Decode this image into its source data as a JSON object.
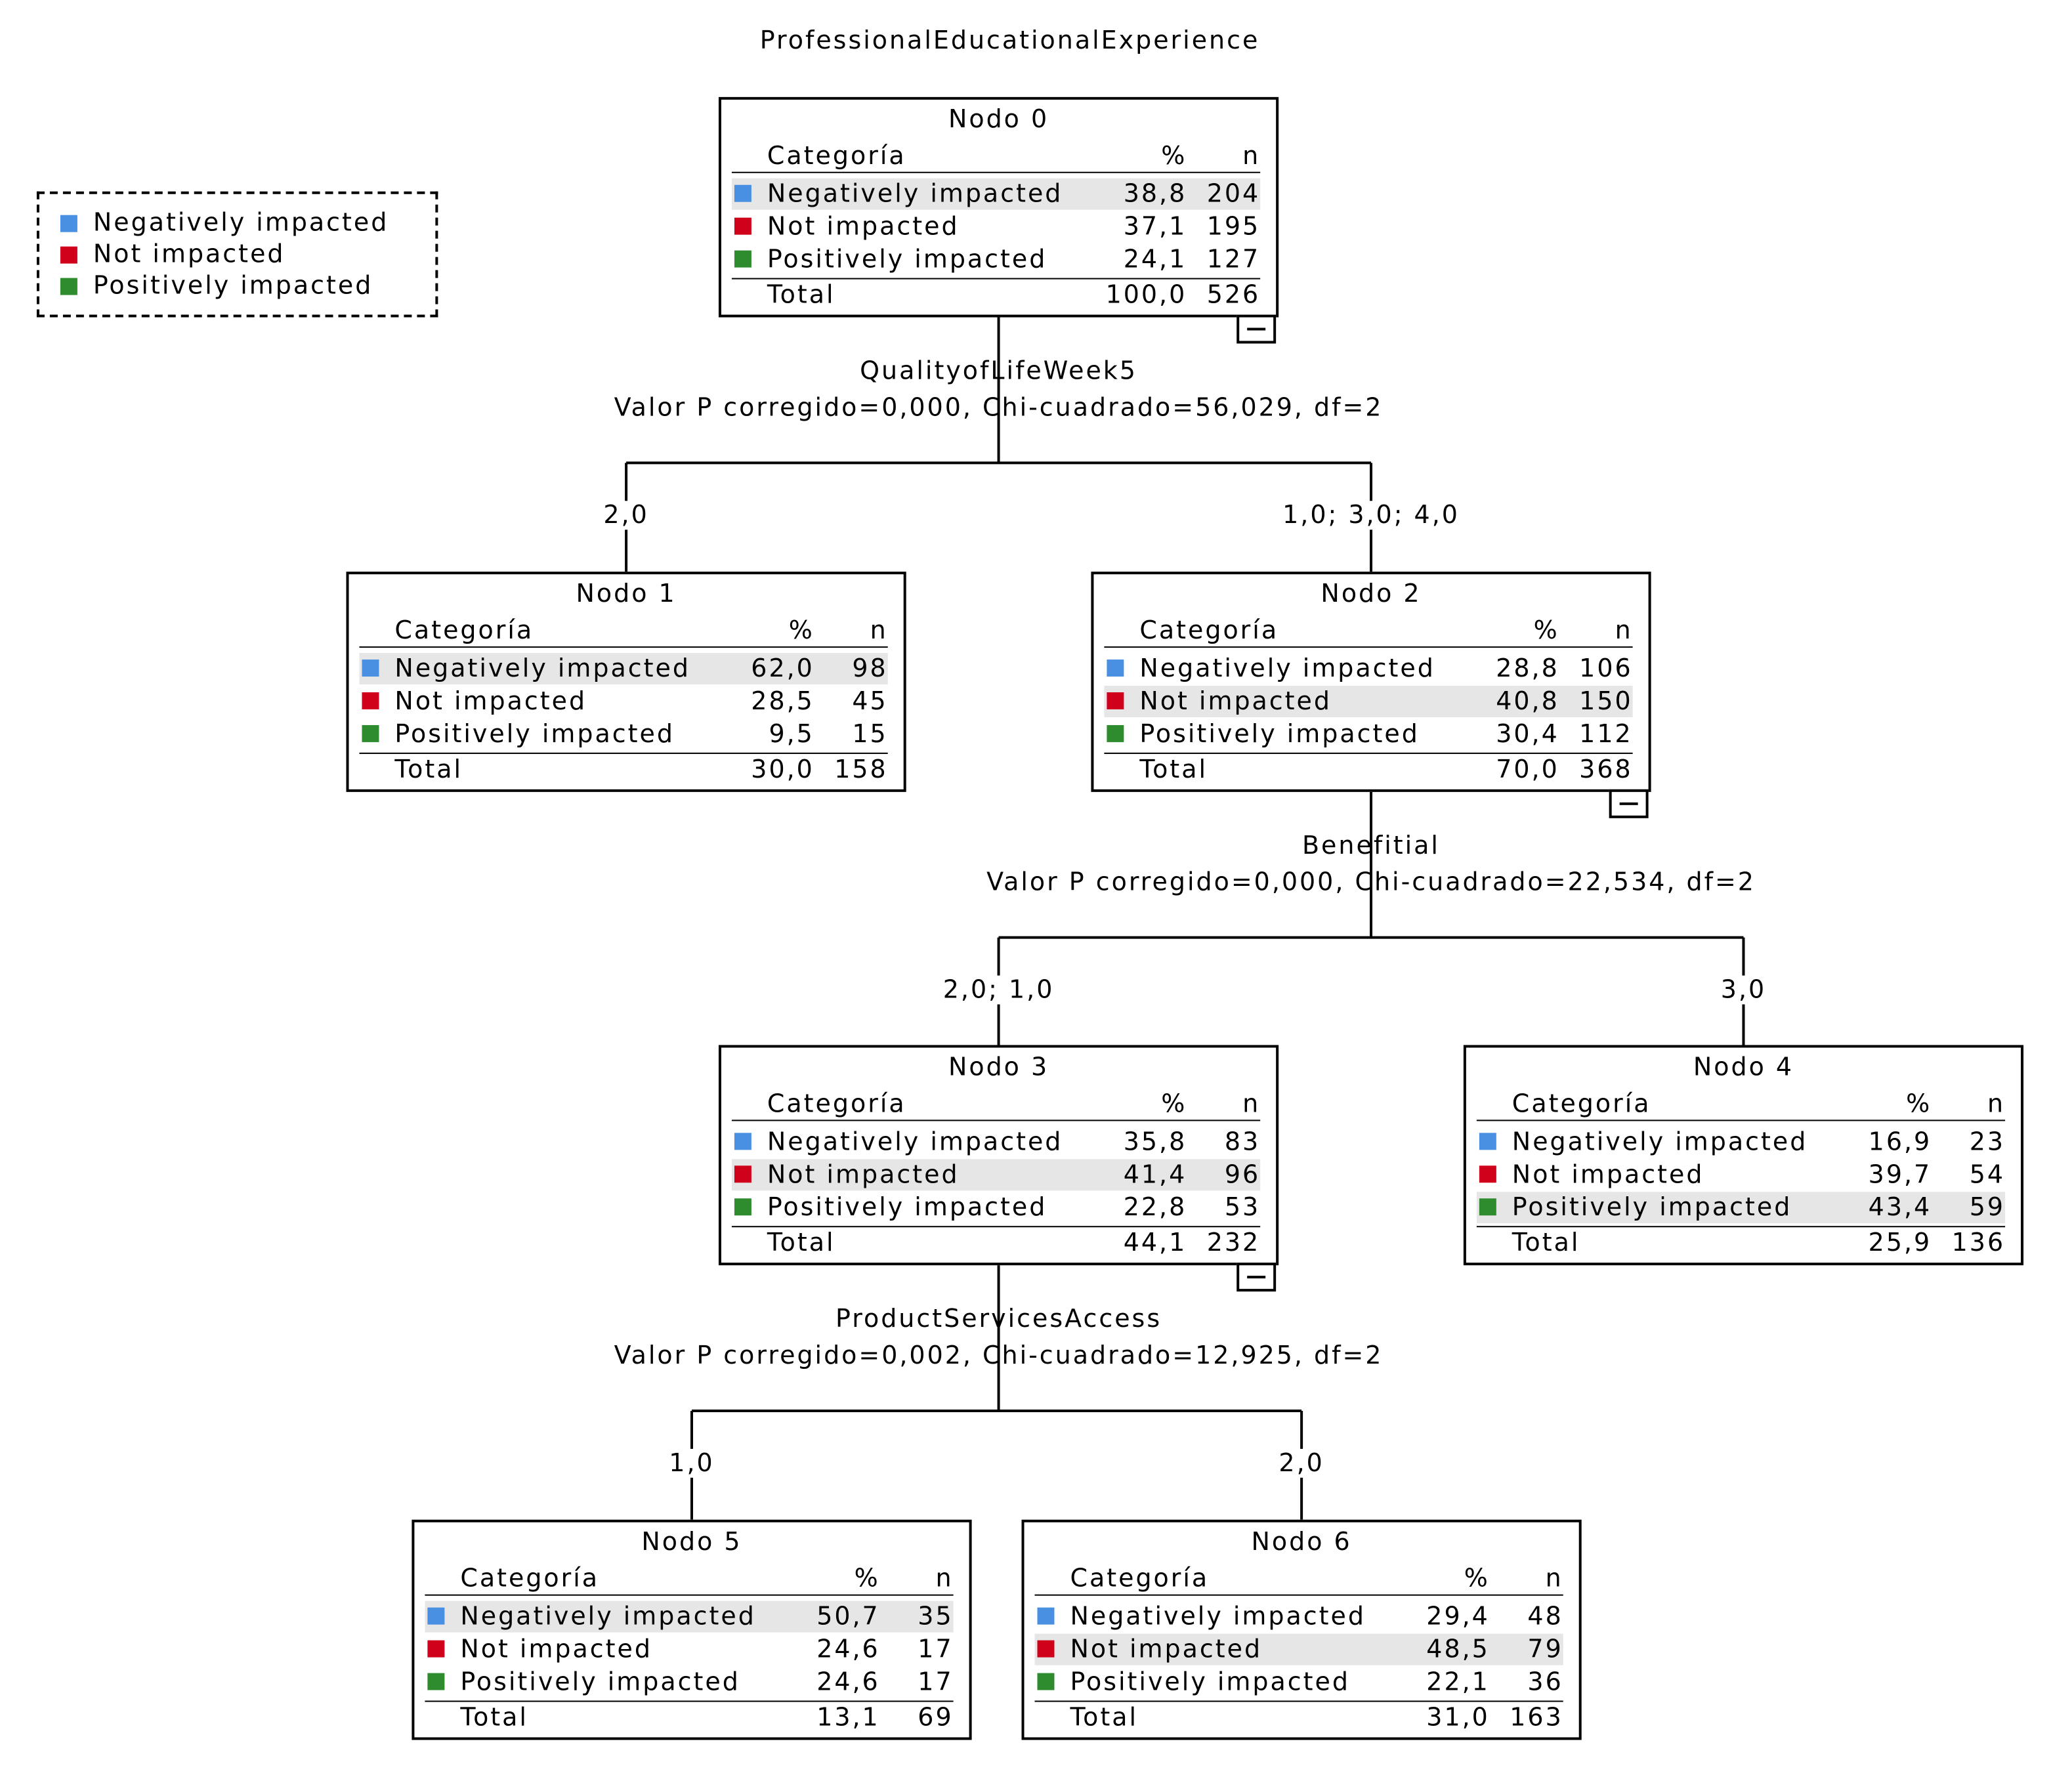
{
  "title": "ProfessionalEducationalExperience",
  "colors": {
    "neg": "#4a90e2",
    "not": "#d0021b",
    "pos": "#2e8b2e",
    "highlight": "#e6e6e6"
  },
  "legend": [
    {
      "label": "Negatively impacted",
      "color": "#4a90e2"
    },
    {
      "label": "Not impacted",
      "color": "#d0021b"
    },
    {
      "label": "Positively impacted",
      "color": "#2e8b2e"
    }
  ],
  "header": {
    "category": "Categoría",
    "pct": "%",
    "n": "n"
  },
  "total_label": "Total",
  "nodes": [
    {
      "id": "Nodo 0",
      "rows": [
        [
          "Negatively impacted",
          "38,8",
          "204"
        ],
        [
          "Not impacted",
          "37,1",
          "195"
        ],
        [
          "Positively impacted",
          "24,1",
          "127"
        ]
      ],
      "total": [
        "100,0",
        "526"
      ],
      "highlight": 0,
      "expanded": true
    },
    {
      "id": "Nodo 1",
      "rows": [
        [
          "Negatively impacted",
          "62,0",
          "98"
        ],
        [
          "Not impacted",
          "28,5",
          "45"
        ],
        [
          "Positively impacted",
          "9,5",
          "15"
        ]
      ],
      "total": [
        "30,0",
        "158"
      ],
      "highlight": 0,
      "expanded": false
    },
    {
      "id": "Nodo 2",
      "rows": [
        [
          "Negatively impacted",
          "28,8",
          "106"
        ],
        [
          "Not impacted",
          "40,8",
          "150"
        ],
        [
          "Positively impacted",
          "30,4",
          "112"
        ]
      ],
      "total": [
        "70,0",
        "368"
      ],
      "highlight": 1,
      "expanded": true
    },
    {
      "id": "Nodo 3",
      "rows": [
        [
          "Negatively impacted",
          "35,8",
          "83"
        ],
        [
          "Not impacted",
          "41,4",
          "96"
        ],
        [
          "Positively impacted",
          "22,8",
          "53"
        ]
      ],
      "total": [
        "44,1",
        "232"
      ],
      "highlight": 1,
      "expanded": true
    },
    {
      "id": "Nodo 4",
      "rows": [
        [
          "Negatively impacted",
          "16,9",
          "23"
        ],
        [
          "Not impacted",
          "39,7",
          "54"
        ],
        [
          "Positively impacted",
          "43,4",
          "59"
        ]
      ],
      "total": [
        "25,9",
        "136"
      ],
      "highlight": 2,
      "expanded": false
    },
    {
      "id": "Nodo 5",
      "rows": [
        [
          "Negatively impacted",
          "50,7",
          "35"
        ],
        [
          "Not impacted",
          "24,6",
          "17"
        ],
        [
          "Positively impacted",
          "24,6",
          "17"
        ]
      ],
      "total": [
        "13,1",
        "69"
      ],
      "highlight": 0,
      "expanded": false
    },
    {
      "id": "Nodo 6",
      "rows": [
        [
          "Negatively impacted",
          "29,4",
          "48"
        ],
        [
          "Not impacted",
          "48,5",
          "79"
        ],
        [
          "Positively impacted",
          "22,1",
          "36"
        ]
      ],
      "total": [
        "31,0",
        "163"
      ],
      "highlight": 1,
      "expanded": false
    }
  ],
  "splits": [
    {
      "parent": 0,
      "variable": "QualityofLifeWeek5",
      "stats": "Valor P corregido=0,000, Chi-cuadrado=56,029, df=2",
      "branches": [
        {
          "child": 1,
          "label": "2,0"
        },
        {
          "child": 2,
          "label": "1,0; 3,0; 4,0"
        }
      ]
    },
    {
      "parent": 2,
      "variable": "Benefitial",
      "stats": "Valor P corregido=0,000, Chi-cuadrado=22,534, df=2",
      "branches": [
        {
          "child": 3,
          "label": "2,0; 1,0"
        },
        {
          "child": 4,
          "label": "3,0"
        }
      ]
    },
    {
      "parent": 3,
      "variable": "ProductServicesAccess",
      "stats": "Valor P corregido=0,002, Chi-cuadrado=12,925, df=2",
      "branches": [
        {
          "child": 5,
          "label": "1,0"
        },
        {
          "child": 6,
          "label": "2,0"
        }
      ]
    }
  ]
}
